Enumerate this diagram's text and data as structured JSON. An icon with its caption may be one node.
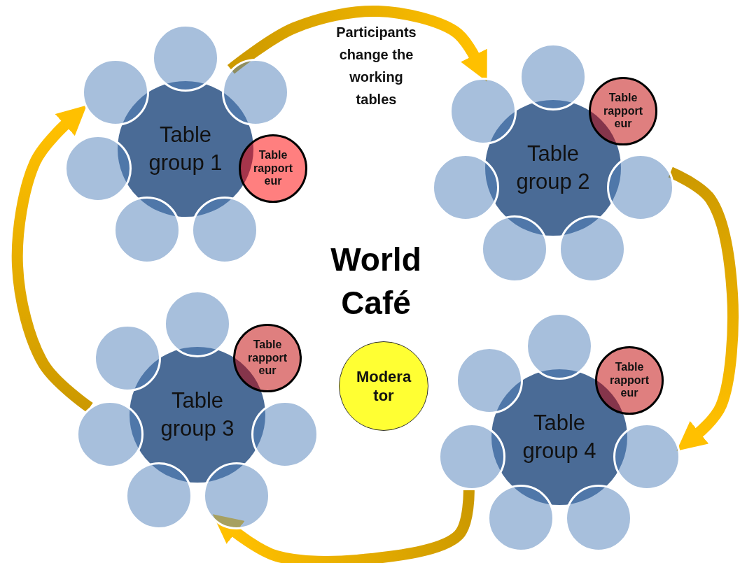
{
  "diagram": {
    "title": "World Café",
    "nodes": [
      {
        "text": [
          "Table group 1"
        ]
      },
      {
        "text": [],
        "shape": "circle"
      },
      {
        "text": [],
        "shape": "circle"
      },
      {
        "text": [],
        "shape": "circle"
      },
      {
        "text": [],
        "shape": "circle"
      },
      {
        "text": [
          "Table rapport eur"
        ]
      },
      {
        "text": [],
        "shape": "circle"
      },
      {
        "text": [],
        "shape": "circle"
      },
      {
        "text": [
          "Table group 2"
        ]
      },
      {
        "text": [],
        "shape": "circle"
      },
      {
        "text": [],
        "shape": "circle"
      },
      {
        "text": [
          "Table rapport eur"
        ]
      },
      {
        "text": [],
        "shape": "circle"
      },
      {
        "text": [],
        "shape": "circle"
      },
      {
        "text": [],
        "shape": "circle"
      },
      {
        "text": [],
        "shape": "circle"
      },
      {
        "text": [
          "Table group 3"
        ]
      },
      {
        "text": [],
        "shape": "circle"
      },
      {
        "text": [],
        "shape": "circle"
      },
      {
        "text": [
          "Table rapport eur"
        ]
      },
      {
        "text": [],
        "shape": "circle"
      },
      {
        "text": [],
        "shape": "circle"
      },
      {
        "text": [],
        "shape": "circle"
      },
      {
        "text": [],
        "shape": "circle"
      },
      {
        "text": [
          "Modera tor"
        ]
      },
      {
        "text": [
          "Table group 4"
        ]
      },
      {
        "text": [],
        "shape": "circle"
      },
      {
        "text": [],
        "shape": "circle"
      },
      {
        "text": [
          "Table rapport eur"
        ]
      },
      {
        "text": [],
        "shape": "circle"
      },
      {
        "text": [],
        "shape": "circle"
      },
      {
        "text": [],
        "shape": "circle"
      },
      {
        "text": [],
        "shape": "circle"
      }
    ],
    "edges": [
      {
        "from": 3,
        "to": 10,
        "arrow": "to"
      },
      {
        "from": 13,
        "to": 30,
        "arrow": "to"
      },
      {
        "from": 29,
        "to": 23,
        "arrow": "to"
      },
      {
        "from": 20,
        "to": 2,
        "arrow": "to"
      }
    ],
    "labels": [
      "Participants change the working tables"
    ]
  }
}
